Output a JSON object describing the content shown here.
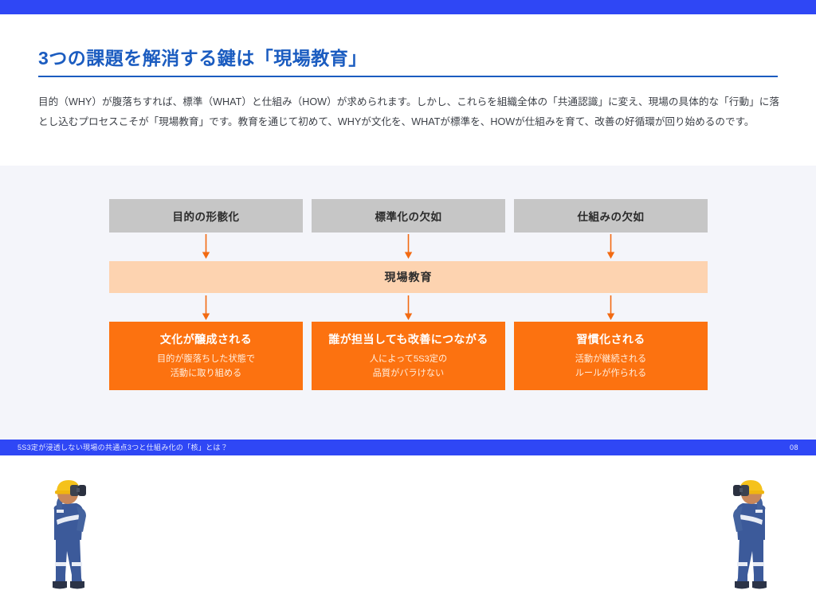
{
  "theme": {
    "accent_blue": "#2f47f5",
    "title_blue": "#1b5cc0",
    "panel_bg": "#f4f5fa",
    "problem_grey": "#c6c6c6",
    "band_peach": "#fdd3b0",
    "outcome_orange": "#fc7210",
    "arrow_orange": "#f26a12"
  },
  "header": {
    "title": "3つの課題を解消する鍵は「現場教育」",
    "lead": "目的（WHY）が腹落ちすれば、標準（WHAT）と仕組み（HOW）が求められます。しかし、これらを組織全体の「共通認識」に変え、現場の具体的な「行動」に落とし込むプロセスこそが「現場教育」です。教育を通じて初めて、WHYが文化を、WHATが標準を、HOWが仕組みを育て、改善の好循環が回り始めるのです。"
  },
  "diagram": {
    "problems": [
      {
        "label": "目的の形骸化"
      },
      {
        "label": "標準化の欠如"
      },
      {
        "label": "仕組みの欠如"
      }
    ],
    "arrow_icon": "arrow-down-icon",
    "band": {
      "label": "現場教育"
    },
    "outcomes": [
      {
        "title": "文化が醸成される",
        "desc_line1": "目的が腹落ちした状態で",
        "desc_line2": "活動に取り組める"
      },
      {
        "title": "誰が担当しても改善につながる",
        "desc_line1": "人によって5S3定の",
        "desc_line2": "品質がバラけない"
      },
      {
        "title": "習慣化される",
        "desc_line1": "活動が継続される",
        "desc_line2": "ルールが作られる"
      }
    ]
  },
  "illustrations": {
    "left": "worker-with-binoculars-icon",
    "right": "worker-with-binoculars-mirrored-icon"
  },
  "footer": {
    "title": "5S3定が浸透しない現場の共通点3つと仕組み化の「核」とは？",
    "page": "08"
  }
}
